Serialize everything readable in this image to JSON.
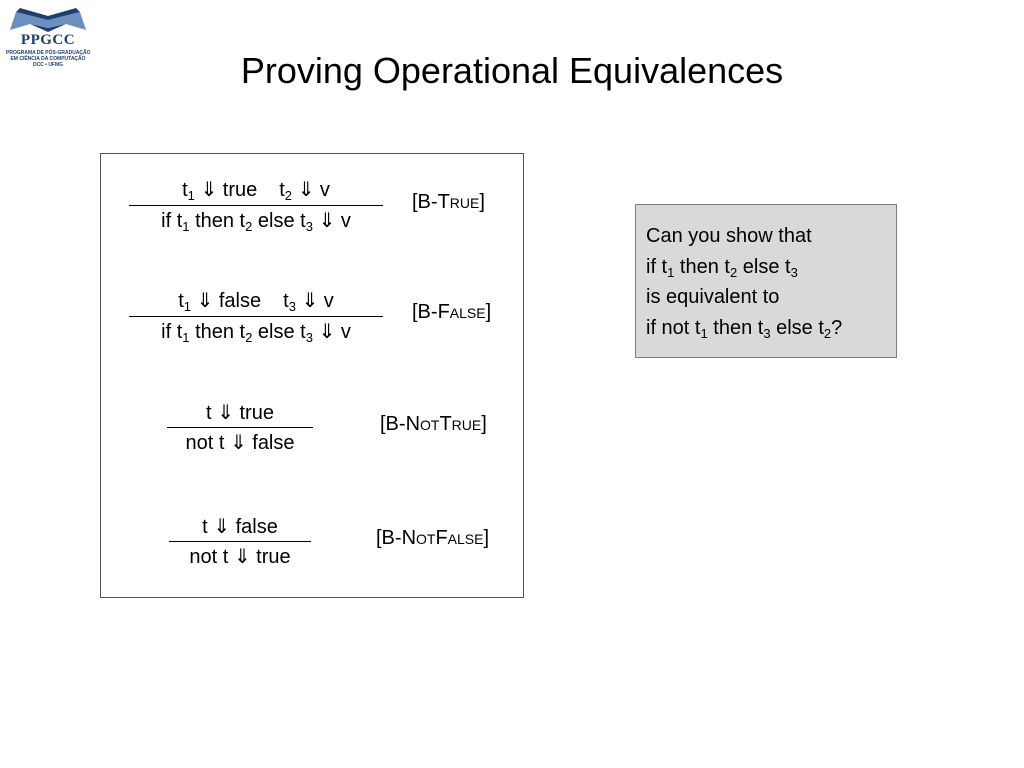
{
  "logo": {
    "name": "PPGCC",
    "subtitle_line1": "PROGRAMA DE PÓS-GRADUAÇÃO",
    "subtitle_line2": "EM CIÊNCIA DA COMPUTAÇÃO",
    "subtitle_line3": "DCC • UFMG",
    "colors": {
      "primary": "#1f3f73",
      "accent": "#6b8fbf"
    }
  },
  "title": "Proving Operational Equivalences",
  "rules": {
    "b_true": {
      "premise_1": "true",
      "premise_2": "v",
      "name_prefix": "[B-",
      "name_sc": "True",
      "name_suffix": "]"
    },
    "b_false": {
      "premise_1": "false",
      "premise_2": "v",
      "name_prefix": "[B-",
      "name_sc": "False",
      "name_suffix": "]"
    },
    "b_nottrue": {
      "premise": "t ⇓ true",
      "conclusion": "not t ⇓ false",
      "name_prefix": "[B-",
      "name_sc1": "Not",
      "name_sc2": "True",
      "name_suffix": "]"
    },
    "b_notfalse": {
      "premise": "t ⇓ false",
      "conclusion": "not t ⇓ true",
      "name_prefix": "[B-",
      "name_sc1": "Not",
      "name_sc2": "False",
      "name_suffix": "]"
    },
    "conclusion_tail": "v"
  },
  "question": {
    "line1": "Can you show that",
    "line2_if": "if t",
    "line2_then": " then t",
    "line2_else": " else t",
    "line3": "is equivalent to",
    "line4_if": "if not t",
    "line4_then": " then t",
    "line4_else": " else t",
    "line4_end": "?"
  },
  "colors": {
    "question_bg": "#d9d9d9",
    "border": "#555555"
  }
}
